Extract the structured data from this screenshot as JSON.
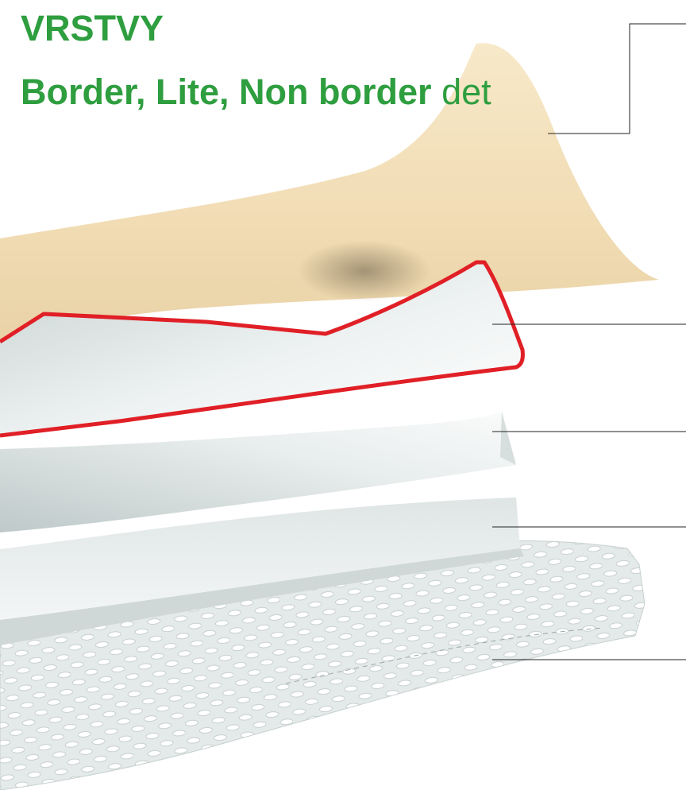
{
  "heading": {
    "line1": "VRSTVY",
    "line2_bold": "Border, Lite, Non border",
    "line2_regular": "det"
  },
  "colors": {
    "title_green": "#2e9e3f",
    "backing_layer": "#f4e3c0",
    "highlight_outline": "#e01f26",
    "pad_layer": "#e6ebeb",
    "leader_line": "#222222"
  }
}
